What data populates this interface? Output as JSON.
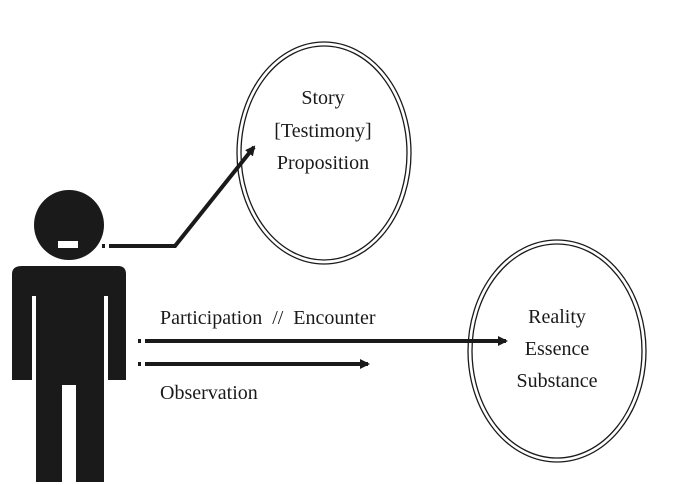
{
  "figure": {
    "ink_color": "#1a1a1a",
    "background": "#ffffff"
  },
  "person": {
    "icon": "person-figure-icon"
  },
  "bubbles": {
    "story": {
      "line1": "Story",
      "line2": "[Testimony]",
      "line3": "Proposition"
    },
    "reality": {
      "line1": "Reality",
      "line2": "Essence",
      "line3": "Substance"
    }
  },
  "labels": {
    "participation": "Participation  //  Encounter",
    "observation": "Observation"
  }
}
